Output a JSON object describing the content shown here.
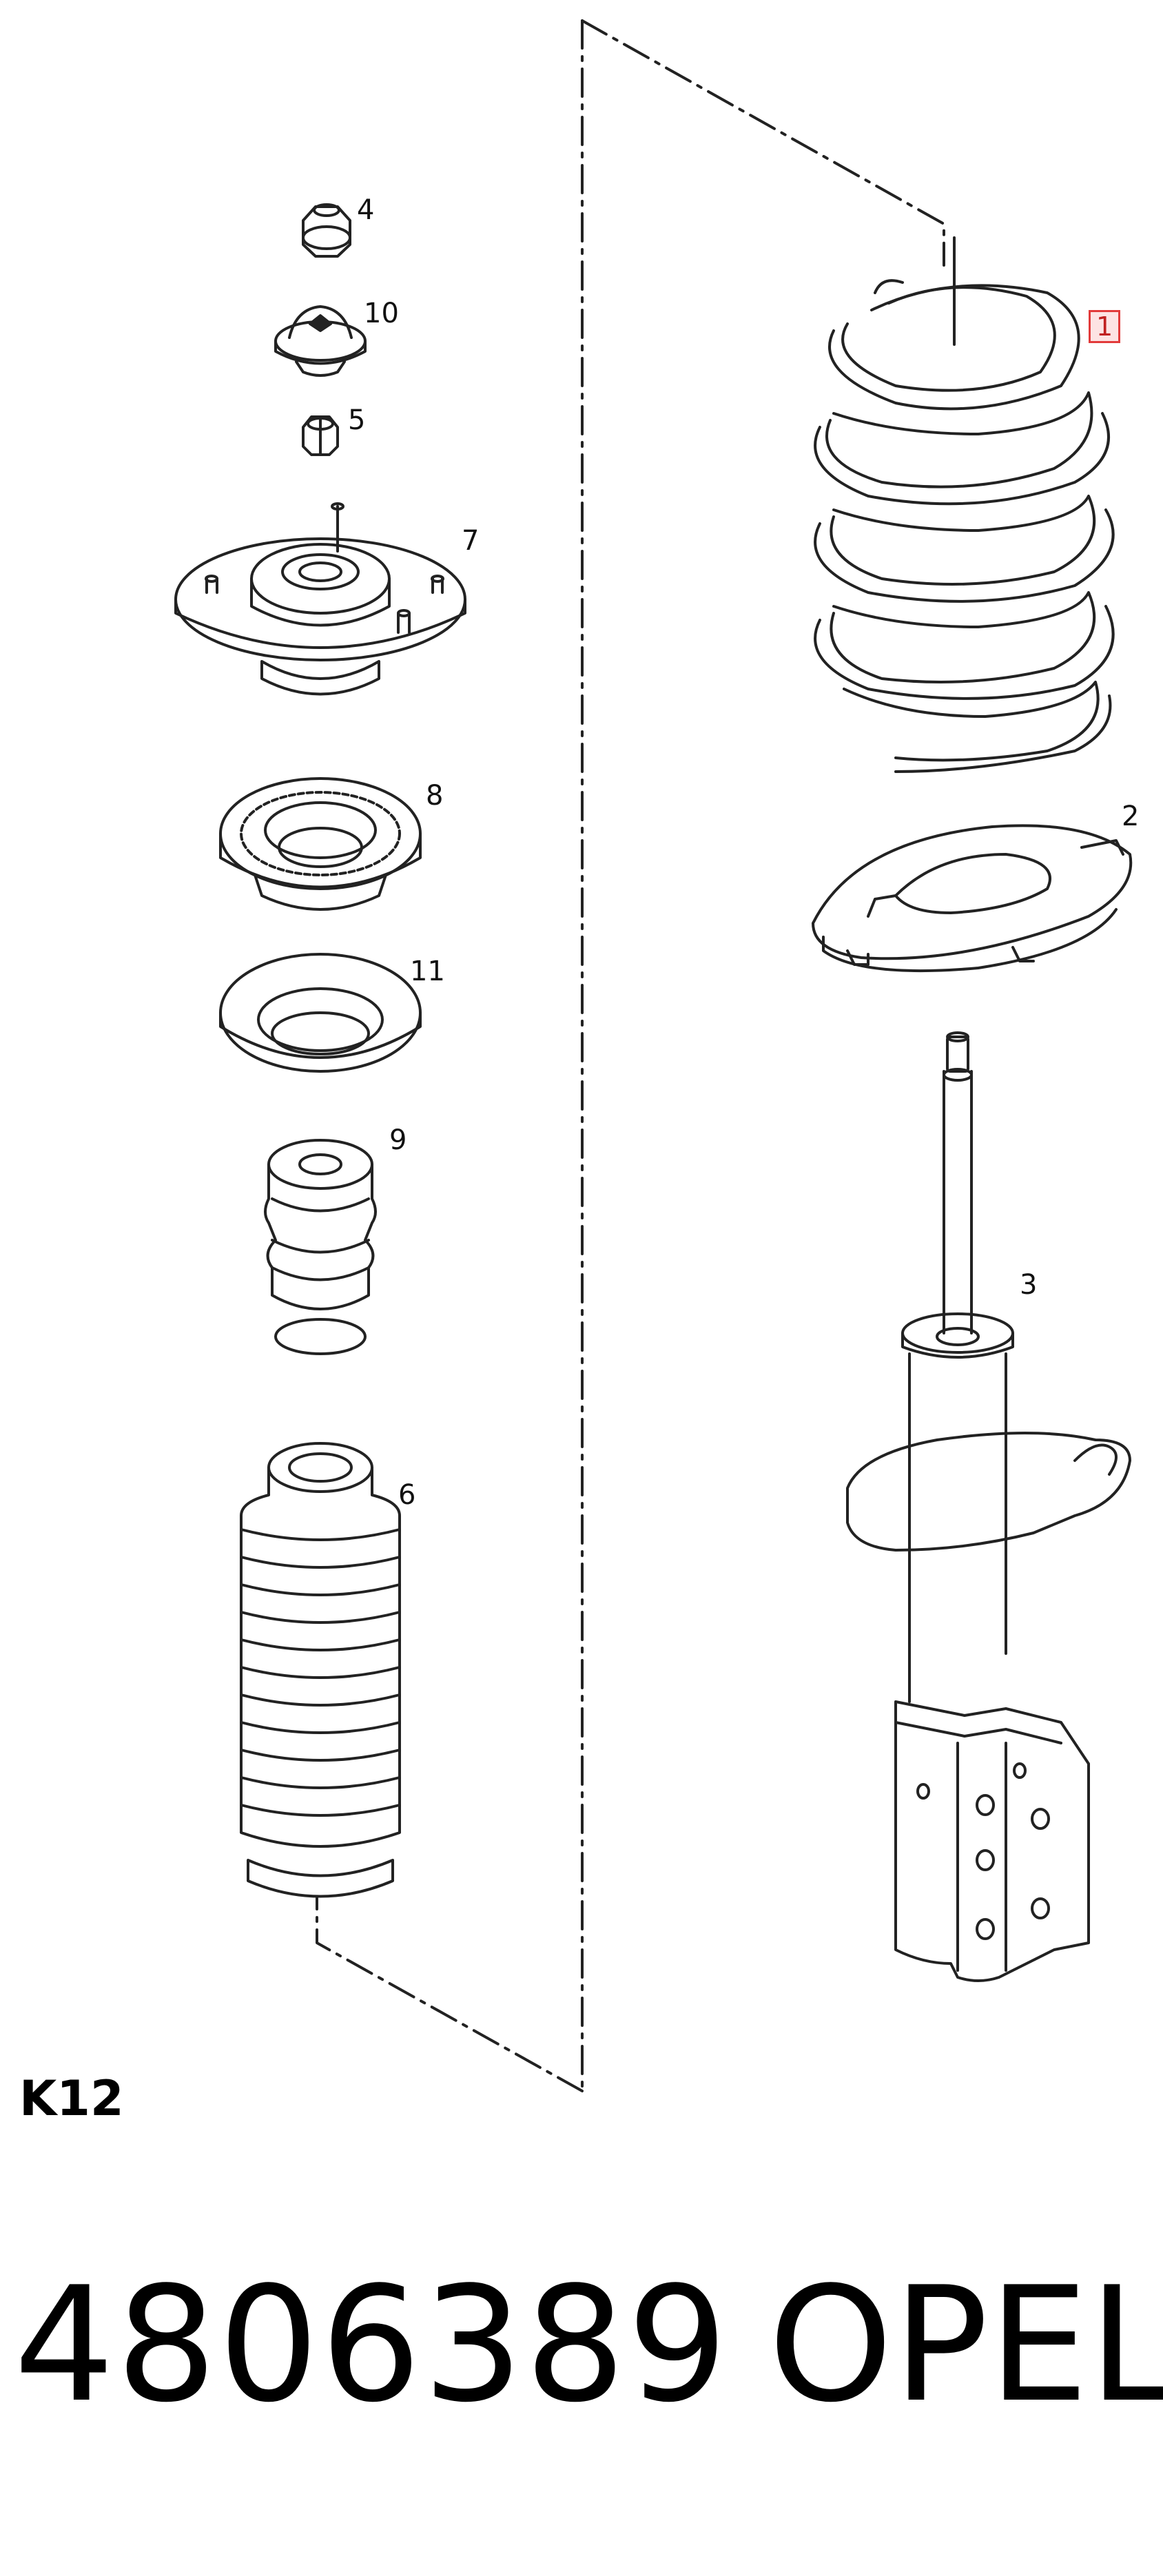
{
  "callouts": {
    "c1": "1",
    "c2": "2",
    "c3": "3",
    "c4": "4",
    "c5": "5",
    "c6": "6",
    "c7": "7",
    "c8": "8",
    "c9": "9",
    "c10": "10",
    "c11": "11"
  },
  "section_code": "K12",
  "part_number": "4806389",
  "brand": "OPEL",
  "colors": {
    "line": "#222222",
    "highlight_border": "#e23b3b",
    "highlight_fill": "#fde3e3"
  }
}
